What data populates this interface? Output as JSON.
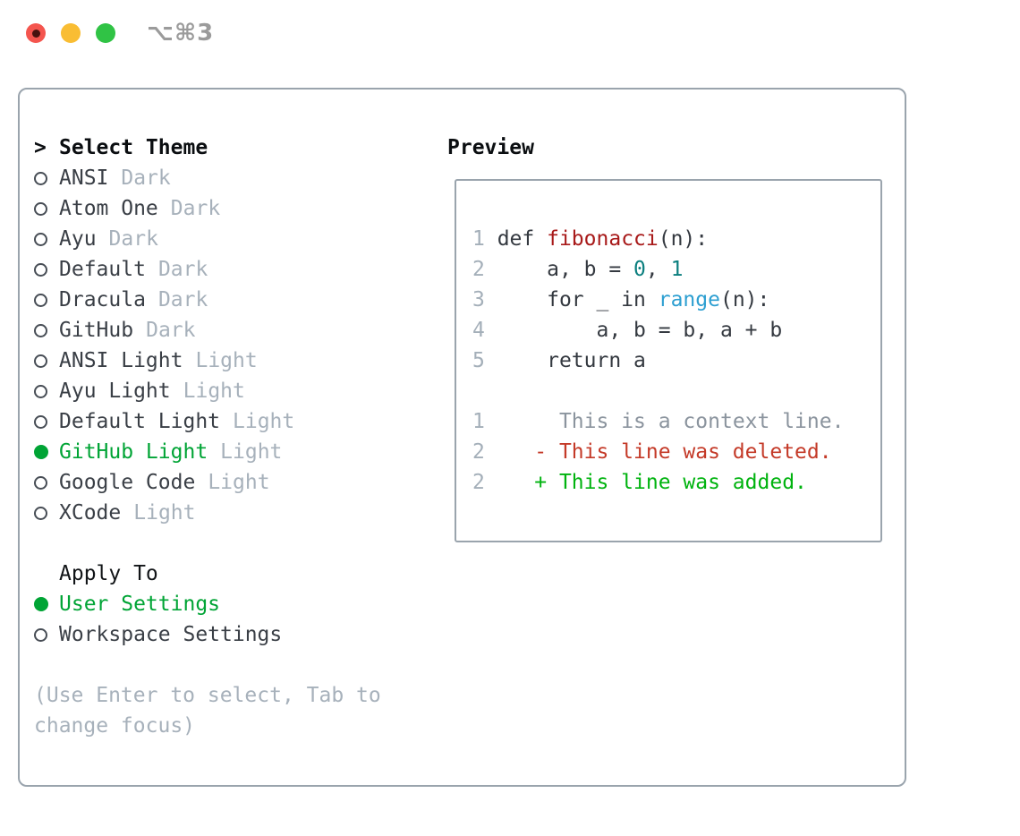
{
  "titlebar": {
    "title": "⌥⌘3"
  },
  "panel": {
    "theme_selector": {
      "header_marker": ">",
      "header": "Select Theme",
      "items": [
        {
          "name": "ANSI",
          "variant": "Dark",
          "selected": false
        },
        {
          "name": "Atom One",
          "variant": "Dark",
          "selected": false
        },
        {
          "name": "Ayu",
          "variant": "Dark",
          "selected": false
        },
        {
          "name": "Default",
          "variant": "Dark",
          "selected": false
        },
        {
          "name": "Dracula",
          "variant": "Dark",
          "selected": false
        },
        {
          "name": "GitHub",
          "variant": "Dark",
          "selected": false
        },
        {
          "name": "ANSI Light",
          "variant": "Light",
          "selected": false
        },
        {
          "name": "Ayu Light",
          "variant": "Light",
          "selected": false
        },
        {
          "name": "Default Light",
          "variant": "Light",
          "selected": false
        },
        {
          "name": "GitHub Light",
          "variant": "Light",
          "selected": true
        },
        {
          "name": "Google Code",
          "variant": "Light",
          "selected": false
        },
        {
          "name": "XCode",
          "variant": "Light",
          "selected": false
        }
      ]
    },
    "apply_to": {
      "header": "Apply To",
      "items": [
        {
          "label": "User Settings",
          "selected": true
        },
        {
          "label": "Workspace Settings",
          "selected": false
        }
      ]
    },
    "help_text": "(Use Enter to select, Tab to change focus)",
    "preview": {
      "header": "Preview",
      "code_lines": [
        [
          [
            "1",
            "ln"
          ],
          [
            " def ",
            "pl"
          ],
          [
            "fibonacci",
            "fn"
          ],
          [
            "(n):",
            "pl"
          ]
        ],
        [
          [
            "2",
            "ln"
          ],
          [
            "     a, b = ",
            "pl"
          ],
          [
            "0",
            "nu"
          ],
          [
            ", ",
            "pl"
          ],
          [
            "1",
            "nu"
          ]
        ],
        [
          [
            "3",
            "ln"
          ],
          [
            "     for _ in ",
            "pl"
          ],
          [
            "range",
            "bi"
          ],
          [
            "(n):",
            "pl"
          ]
        ],
        [
          [
            "4",
            "ln"
          ],
          [
            "         a, b = b, a + b",
            "pl"
          ]
        ],
        [
          [
            "5",
            "ln"
          ],
          [
            "     return a",
            "pl"
          ]
        ],
        [],
        [
          [
            "1",
            "ln"
          ],
          [
            "      ",
            "pl"
          ],
          [
            "This is a context line.",
            "ctx"
          ]
        ],
        [
          [
            "2",
            "ln"
          ],
          [
            "    ",
            "pl"
          ],
          [
            "- This line was deleted.",
            "del"
          ]
        ],
        [
          [
            "2",
            "ln"
          ],
          [
            "    ",
            "pl"
          ],
          [
            "+ This line was added.",
            "add"
          ]
        ]
      ]
    }
  },
  "colors": {
    "accent_green": "#00a435",
    "diff_deleted_red": "#c43a28",
    "diff_added_green": "#00b30f",
    "function_red": "#a81a1a",
    "builtin_blue": "#2d9fd1",
    "number_teal": "#0c7f7f",
    "muted_gray": "#a7b1bb",
    "context_gray": "#8b949e",
    "border_gray": "#9aa4ad",
    "traffic_close": "#f4554e",
    "traffic_minimize": "#f9bd33",
    "traffic_zoom": "#30c345"
  }
}
